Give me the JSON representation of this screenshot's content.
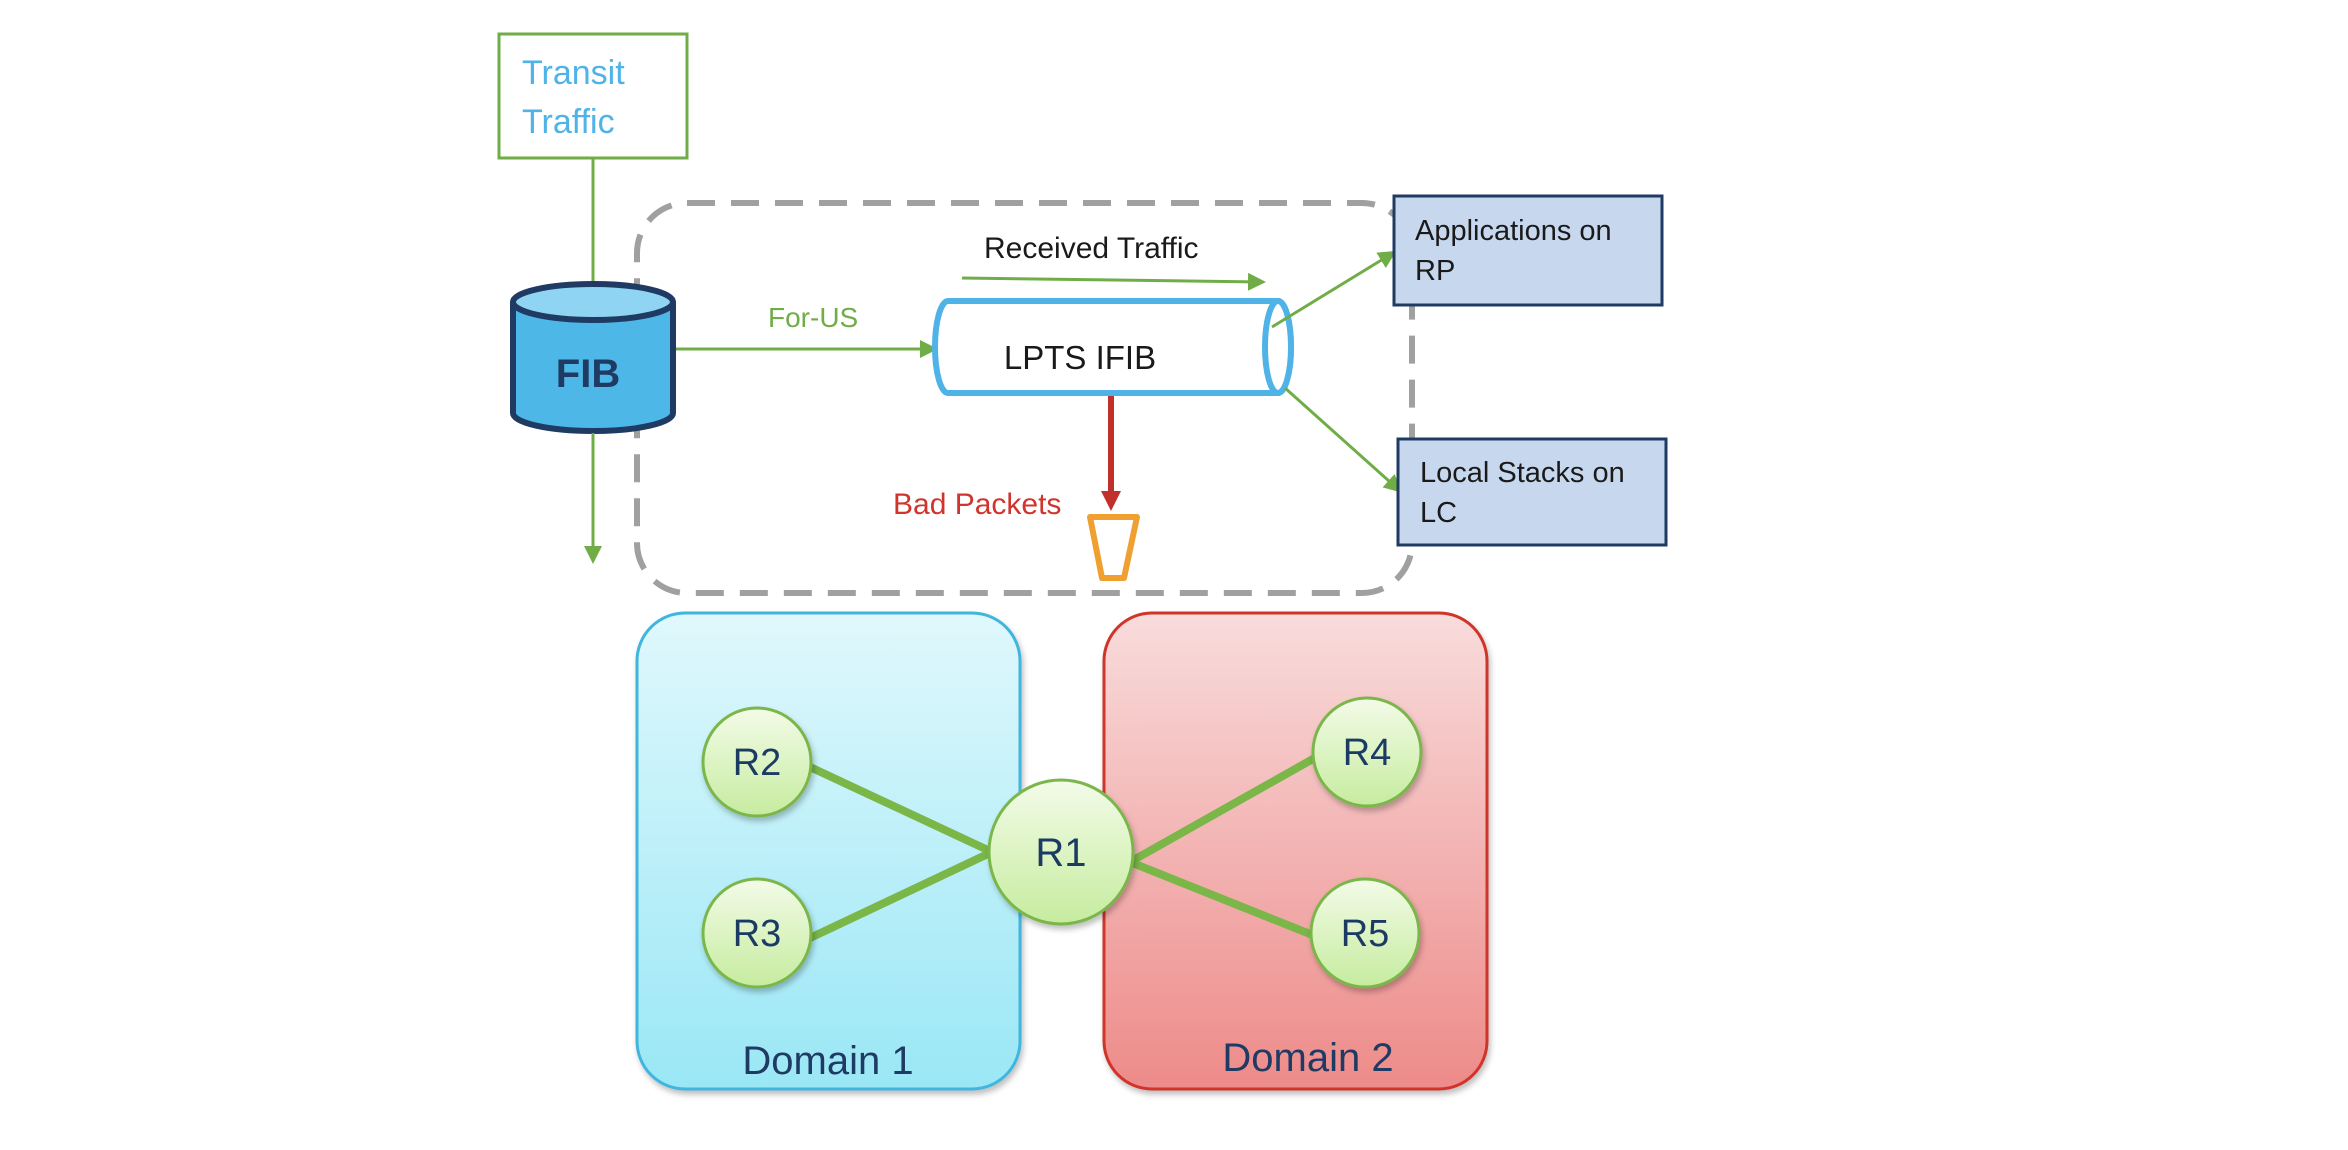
{
  "transit_box": {
    "line1": "Transit",
    "line2": "Traffic"
  },
  "fib": {
    "label": "FIB"
  },
  "for_us_label": "For-US",
  "received_traffic_label": "Received Traffic",
  "lpts": {
    "label": "LPTS IFIB"
  },
  "bad_packets_label": "Bad Packets",
  "applications_box": {
    "line1": "Applications on",
    "line2": "RP"
  },
  "local_stacks_box": {
    "line1": "Local Stacks on",
    "line2": "LC"
  },
  "domains": [
    {
      "label": "Domain 1"
    },
    {
      "label": "Domain 2"
    }
  ],
  "routers": [
    {
      "label": "R1"
    },
    {
      "label": "R2"
    },
    {
      "label": "R3"
    },
    {
      "label": "R4"
    },
    {
      "label": "R5"
    }
  ],
  "colors": {
    "green_arrow": "#70ad47",
    "transit_text": "#4fb3e8",
    "fib_fill": "#4db8e8",
    "fib_top": "#8fd4f2",
    "fib_stroke": "#1f3a63",
    "lpts_stroke": "#4fb3e8",
    "bad_arrow": "#c0312b",
    "bad_text": "#d0342c",
    "bucket": "#f0a030",
    "dashed_border": "#a0a0a0",
    "box_fill": "#c7d8ee",
    "box_stroke": "#1f3a63",
    "domain1_stroke": "#3fb6de",
    "domain2_stroke": "#d0342c",
    "router_stroke": "#7ab648",
    "router_text": "#1f3a63",
    "link": "#7ab648"
  }
}
